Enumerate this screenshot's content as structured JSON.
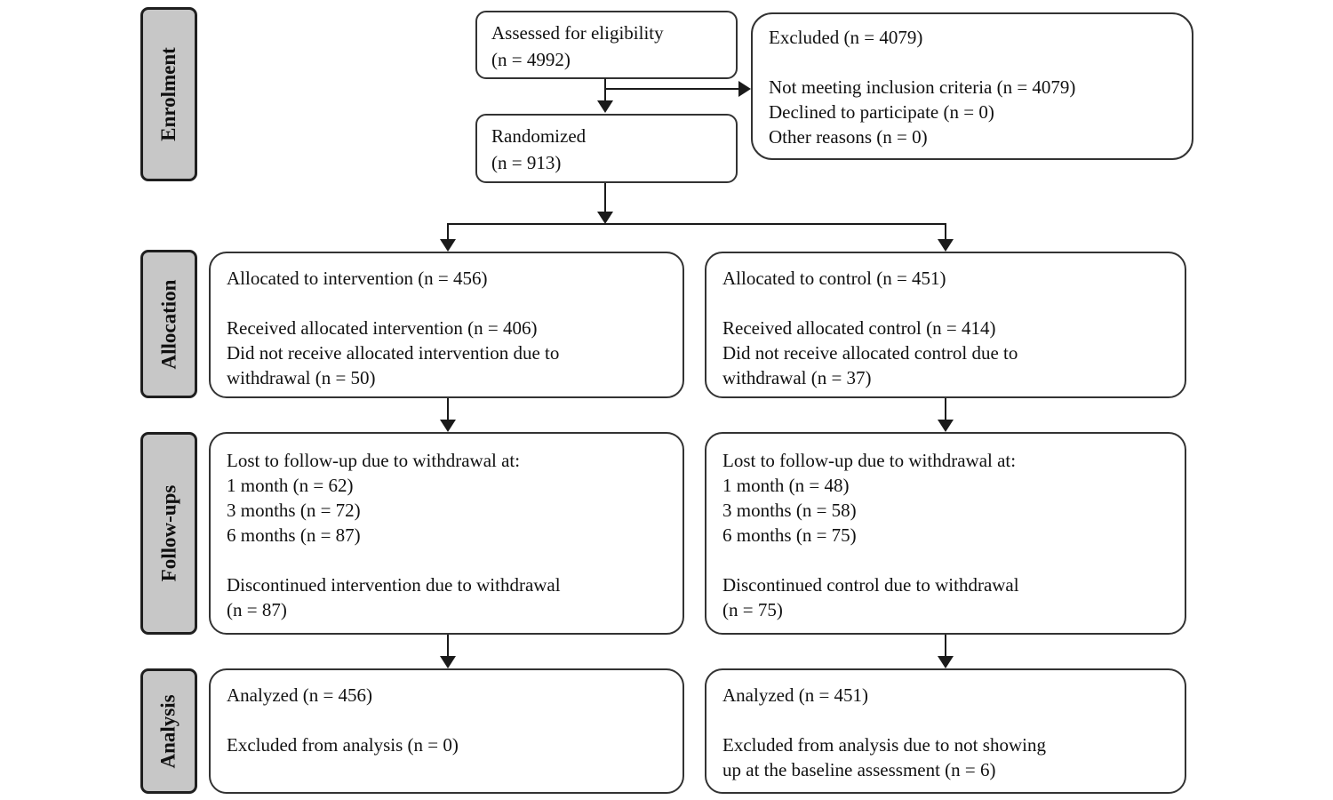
{
  "stages": {
    "enrolment": "Enrolment",
    "allocation": "Allocation",
    "followups": "Follow-ups",
    "analysis": "Analysis"
  },
  "boxes": {
    "assessed": {
      "lines": [
        "Assessed for eligibility",
        "(n = 4992)"
      ]
    },
    "excluded": {
      "lines": [
        "Excluded (n = 4079)",
        "",
        "Not meeting inclusion criteria (n = 4079)",
        "Declined to participate (n = 0)",
        "Other reasons (n = 0)"
      ]
    },
    "randomized": {
      "lines": [
        "Randomized",
        "(n = 913)"
      ]
    },
    "alloc_intervention": {
      "lines": [
        "Allocated to intervention (n = 456)",
        "",
        "Received allocated intervention (n = 406)",
        "Did not receive allocated intervention due to",
        "withdrawal (n = 50)"
      ]
    },
    "alloc_control": {
      "lines": [
        "Allocated to control (n = 451)",
        "",
        "Received allocated control (n = 414)",
        "Did not receive allocated control due to",
        "withdrawal (n = 37)"
      ]
    },
    "followup_intervention": {
      "lines": [
        "Lost to follow-up due to withdrawal at:",
        "1 month (n = 62)",
        "3 months (n = 72)",
        "6 months (n = 87)",
        "",
        "Discontinued intervention due to withdrawal",
        "(n = 87)"
      ]
    },
    "followup_control": {
      "lines": [
        "Lost to follow-up due to withdrawal at:",
        "1 month (n = 48)",
        "3 months (n = 58)",
        "6 months (n = 75)",
        "",
        "Discontinued control due to withdrawal",
        "(n = 75)"
      ]
    },
    "analyzed_intervention": {
      "lines": [
        "Analyzed (n = 456)",
        "",
        "Excluded from analysis (n = 0)"
      ]
    },
    "analyzed_control": {
      "lines": [
        "Analyzed (n = 451)",
        "",
        "Excluded from analysis due to not showing",
        "up at the baseline assessment (n = 6)"
      ]
    }
  },
  "colors": {
    "stage_fill": "#c7c7c7",
    "box_border": "#333333",
    "arrow": "#1a1a1a",
    "text": "#111111"
  }
}
